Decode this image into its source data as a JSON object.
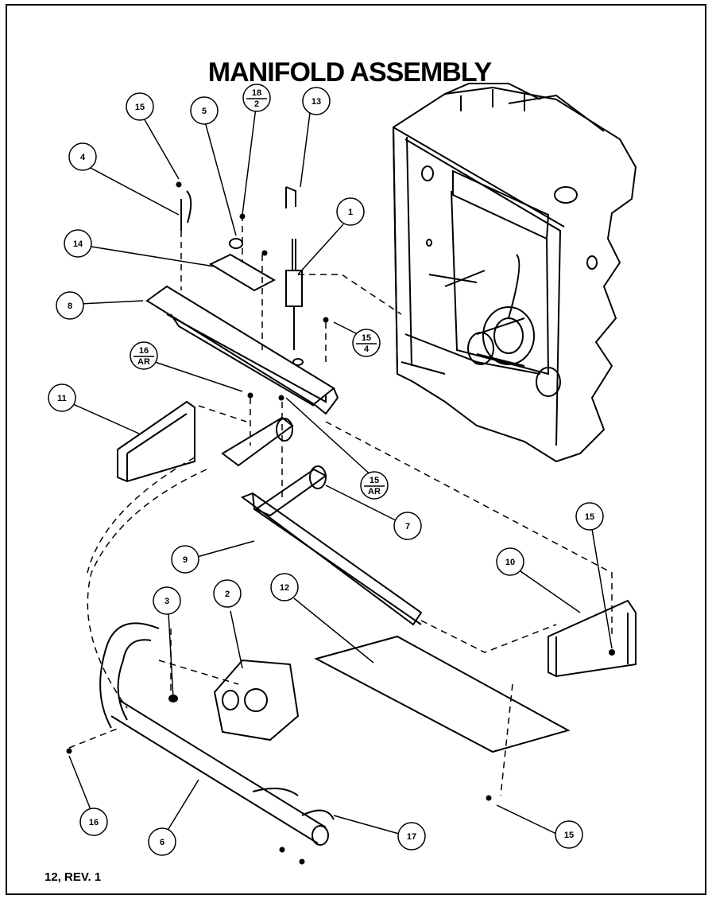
{
  "title": "MANIFOLD ASSEMBLY",
  "footer": "12, REV. 1",
  "callouts": [
    {
      "id": "c15a",
      "label": "15"
    },
    {
      "id": "c5",
      "label": "5"
    },
    {
      "id": "c18_2",
      "num": "18",
      "den": "2"
    },
    {
      "id": "c13",
      "label": "13"
    },
    {
      "id": "c4",
      "label": "4"
    },
    {
      "id": "c1",
      "label": "1"
    },
    {
      "id": "c14",
      "label": "14"
    },
    {
      "id": "c8",
      "label": "8"
    },
    {
      "id": "c15_4",
      "num": "15",
      "den": "4"
    },
    {
      "id": "c16_ar",
      "num": "16",
      "den": "AR"
    },
    {
      "id": "c11",
      "label": "11"
    },
    {
      "id": "c15_ar",
      "num": "15",
      "den": "AR"
    },
    {
      "id": "c7",
      "label": "7"
    },
    {
      "id": "c9",
      "label": "9"
    },
    {
      "id": "c15b",
      "label": "15"
    },
    {
      "id": "c10",
      "label": "10"
    },
    {
      "id": "c12",
      "label": "12"
    },
    {
      "id": "c3",
      "label": "3"
    },
    {
      "id": "c2",
      "label": "2"
    },
    {
      "id": "c16",
      "label": "16"
    },
    {
      "id": "c6",
      "label": "6"
    },
    {
      "id": "c17",
      "label": "17"
    },
    {
      "id": "c15c",
      "label": "15"
    }
  ]
}
